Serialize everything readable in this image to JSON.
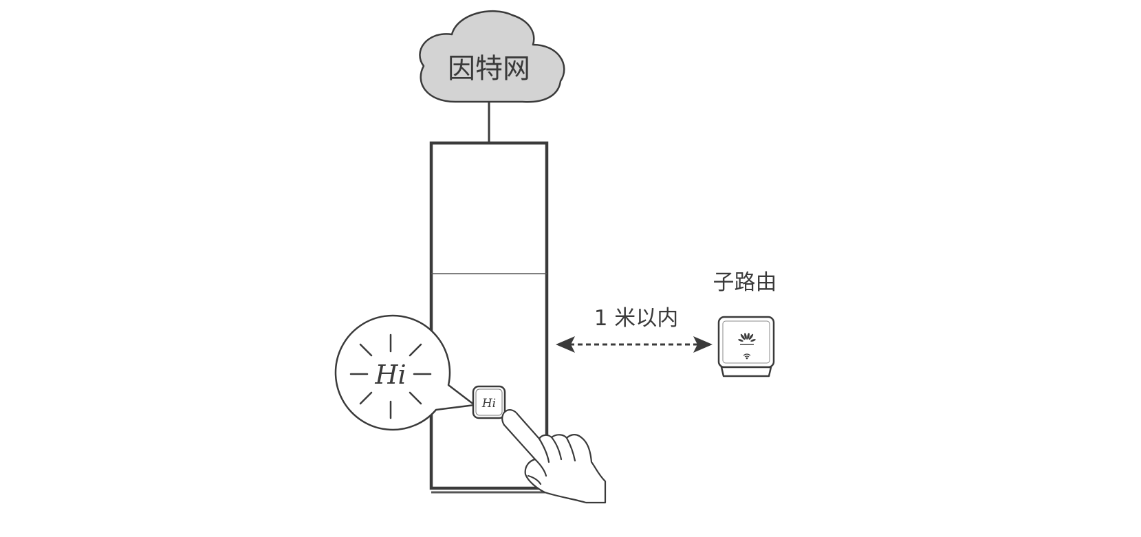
{
  "cloud": {
    "label": "因特网"
  },
  "sub_router": {
    "label": "子路由"
  },
  "distance": {
    "label": "1 米以内"
  },
  "main_router": {
    "button_glyph": "Hi",
    "callout_glyph": "Hi"
  },
  "colors": {
    "stroke": "#3a3a3a",
    "cloud_fill": "#d3d3d3",
    "device_fill": "#ffffff"
  }
}
